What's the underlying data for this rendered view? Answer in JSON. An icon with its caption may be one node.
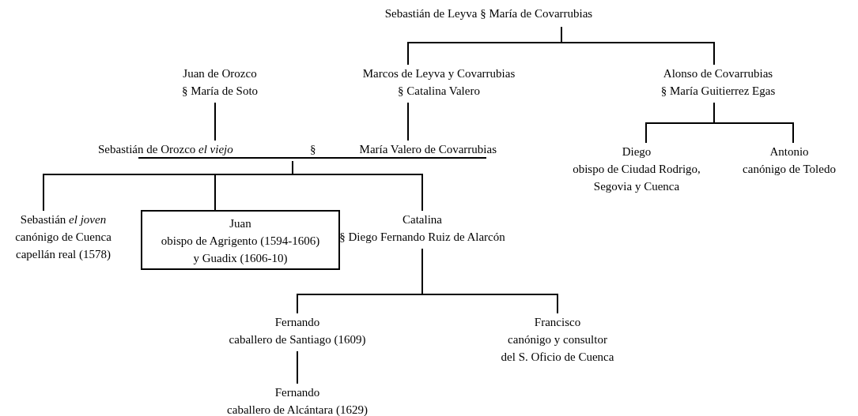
{
  "diagram": {
    "nodes": [
      {
        "text": [
          "Sebastián de Leyva § María de Covarrubias"
        ]
      },
      {
        "text": [
          "Juan de Orozco",
          "§ María de Soto"
        ]
      },
      {
        "text": [
          "Marcos de Leyva y Covarrubias",
          "§ Catalina Valero"
        ]
      },
      {
        "text": [
          "Alonso de Covarrubias",
          "§ María Guitierrez Egas"
        ]
      },
      {
        "text": [
          "Sebastián de Orozco *el viejo*",
          "§",
          "María Valero de Covarrubias"
        ]
      },
      {
        "text": [
          "Diego",
          "obispo de Ciudad Rodrigo, Segovia y Cuenca"
        ]
      },
      {
        "text": [
          "Antonio",
          "canónigo de Toledo"
        ]
      },
      {
        "text": [
          "Sebastián *el joven*",
          "canónigo de Cuenca",
          "capellán real (1578)"
        ]
      },
      {
        "text": [
          "Juan",
          "obispo de Agrigento (1594-1606) y Guadix (1606-10)"
        ]
      },
      {
        "text": [
          "Catalina",
          "§ Diego Fernando Ruiz de Alarcón"
        ]
      },
      {
        "text": [
          "Fernando",
          "caballero de Santiago (1609)"
        ]
      },
      {
        "text": [
          "Francisco",
          "canónigo y consultor del S. Oficio de Cuenca"
        ]
      },
      {
        "text": [
          "Fernando",
          "caballero de Alcántara (1629)"
        ]
      }
    ],
    "edges": [
      {
        "from": 0,
        "to": 2,
        "arrow": "none"
      },
      {
        "from": 0,
        "to": 3,
        "arrow": "none"
      },
      {
        "from": 1,
        "to": 4,
        "arrow": "none"
      },
      {
        "from": 2,
        "to": 4,
        "arrow": "none"
      },
      {
        "from": 3,
        "to": 5,
        "arrow": "none"
      },
      {
        "from": 3,
        "to": 6,
        "arrow": "none"
      },
      {
        "from": 4,
        "to": 7,
        "arrow": "none"
      },
      {
        "from": 4,
        "to": 8,
        "arrow": "none"
      },
      {
        "from": 4,
        "to": 9,
        "arrow": "none"
      },
      {
        "from": 9,
        "to": 10,
        "arrow": "none"
      },
      {
        "from": 9,
        "to": 11,
        "arrow": "none"
      },
      {
        "from": 10,
        "to": 12,
        "arrow": "none"
      }
    ]
  }
}
